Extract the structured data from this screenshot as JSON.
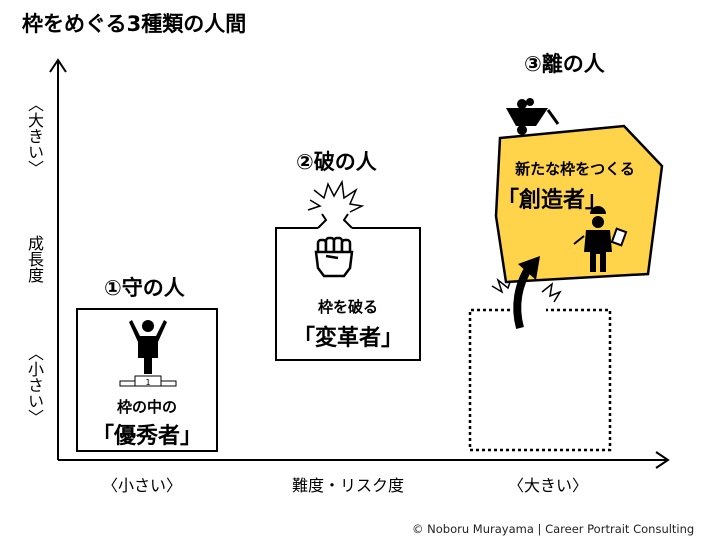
{
  "title": "枠をめぐる3種類の人間",
  "y_axis": {
    "top": "〈大きい〉",
    "middle": "成長度",
    "bottom": "〈小さい〉"
  },
  "x_axis": {
    "left": "〈小さい〉",
    "middle": "難度・リスク度",
    "right": "〈大きい〉"
  },
  "stages": [
    {
      "heading": "①守の人",
      "line1": "枠の中の",
      "line2": "「優秀者」"
    },
    {
      "heading": "②破の人",
      "line1": "枠を破る",
      "line2": "「変革者」"
    },
    {
      "heading": "③離の人",
      "line1": "新たな枠をつくる",
      "line2": "「創造者」"
    }
  ],
  "podium_number": "1",
  "credit": "© Noboru Murayama | Career Portrait Consulting",
  "colors": {
    "accent": "#FFD34A",
    "line": "#000000"
  }
}
